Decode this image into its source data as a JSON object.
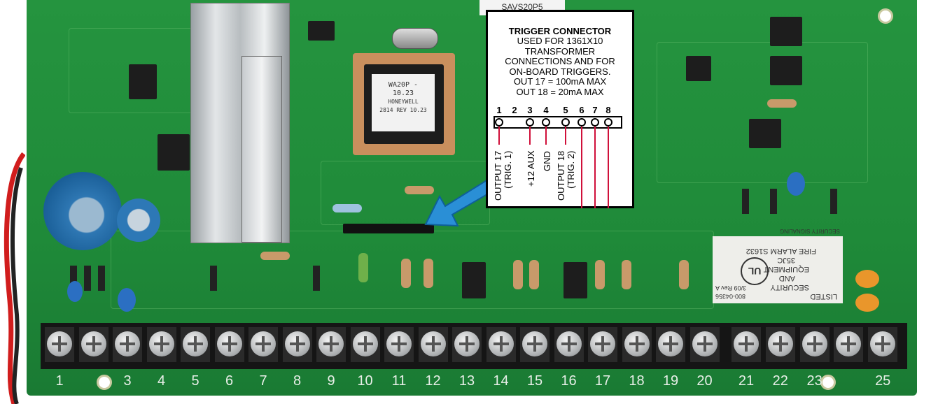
{
  "callout": {
    "title": "TRIGGER CONNECTOR",
    "description": "USED FOR 1361X10\nTRANSFORMER\nCONNECTIONS AND FOR\nON-BOARD TRIGGERS.\nOUT 17 = 100mA MAX\nOUT 18 = 20mA MAX",
    "pin_numbers": [
      "1",
      "2",
      "3",
      "4",
      "5",
      "6",
      "7",
      "8"
    ],
    "pin_labels": {
      "pin1": "OUTPUT 17\n(TRIG. 1)",
      "pin3": "+12 AUX",
      "pin4": "GND",
      "pin5": "OUTPUT 18\n(TRIG. 2)"
    },
    "wire_color": "#d0103a"
  },
  "board": {
    "chip_label": [
      "WA20P -",
      "10.23",
      "HONEYWELL",
      "2814 REV 10.23"
    ],
    "sticker_top": "SAVS20P5",
    "ul_label": {
      "lines": [
        "LISTED",
        "SECURITY",
        "AND",
        "EQUIPMENT",
        "35JC",
        "FIRE ALARM   S1632",
        "SECURITY SIGNALING",
        "800-04356",
        "3/09  Rev A"
      ],
      "logo": "UL"
    },
    "terminal_labels": [
      "1",
      "",
      "3",
      "4",
      "5",
      "6",
      "7",
      "8",
      "9",
      "10",
      "11",
      "12",
      "13",
      "14",
      "15",
      "16",
      "17",
      "18",
      "19",
      "20",
      "21",
      "22",
      "23",
      "",
      "25"
    ],
    "colors": {
      "pcb": "#1f8a39",
      "arrow": "#2a8fd6",
      "terminal_block": "#151515"
    }
  }
}
